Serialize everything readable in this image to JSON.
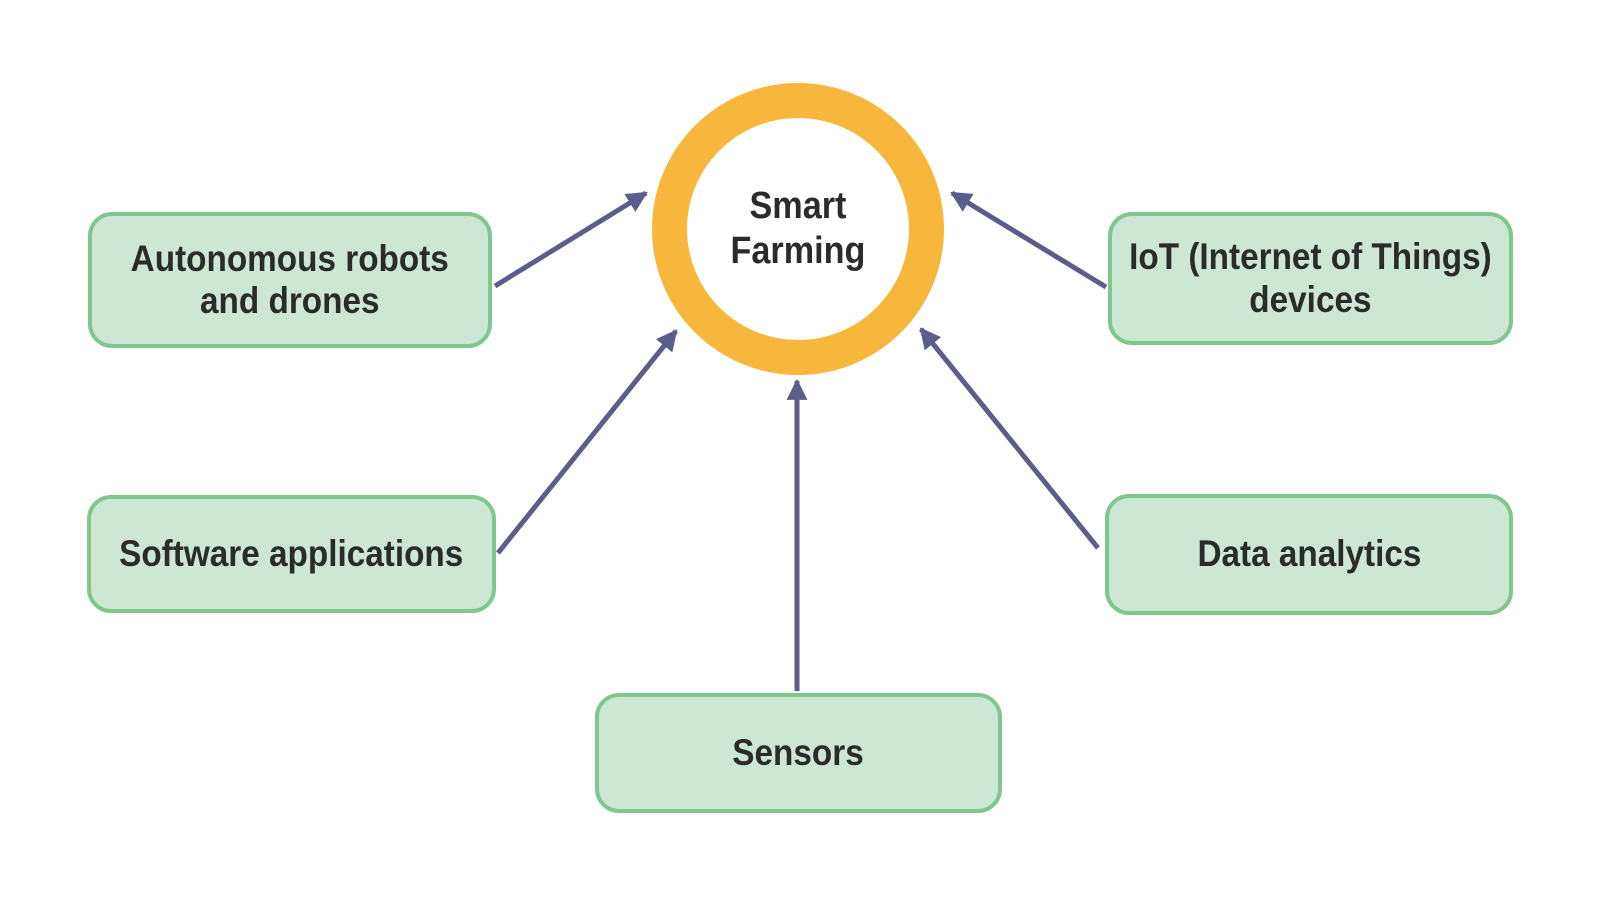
{
  "diagram": {
    "type": "hub-and-spoke",
    "background": "#FFFFFF"
  },
  "center": {
    "id": "smart-farming",
    "label": "Smart Farming",
    "lines": [
      "Smart",
      "Farming"
    ]
  },
  "nodes": [
    {
      "id": "autonomous-robots-drones",
      "label": "Autonomous robots and drones",
      "lines": [
        "Autonomous robots",
        "and drones"
      ],
      "position": "top-left"
    },
    {
      "id": "iot-devices",
      "label": "IoT (Internet of Things) devices",
      "lines": [
        "IoT (Internet of Things)",
        "devices"
      ],
      "position": "top-right"
    },
    {
      "id": "software-applications",
      "label": "Software applications",
      "lines": [
        "Software applications"
      ],
      "position": "middle-left"
    },
    {
      "id": "data-analytics",
      "label": "Data analytics",
      "lines": [
        "Data analytics"
      ],
      "position": "middle-right"
    },
    {
      "id": "sensors",
      "label": "Sensors",
      "lines": [
        "Sensors"
      ],
      "position": "bottom-center"
    }
  ],
  "edges": [
    {
      "from": "autonomous-robots-drones",
      "to": "smart-farming",
      "style": "arrow"
    },
    {
      "from": "iot-devices",
      "to": "smart-farming",
      "style": "arrow"
    },
    {
      "from": "software-applications",
      "to": "smart-farming",
      "style": "arrow"
    },
    {
      "from": "data-analytics",
      "to": "smart-farming",
      "style": "arrow"
    },
    {
      "from": "sensors",
      "to": "smart-farming",
      "style": "arrow"
    }
  ],
  "colors": {
    "hub_ring": "#F7B63C",
    "hub_fill": "#FFFFFF",
    "node_fill": "#CCE7D3",
    "node_border": "#80C78D",
    "arrow": "#5B5E8B",
    "text": "#2B2B2B"
  }
}
